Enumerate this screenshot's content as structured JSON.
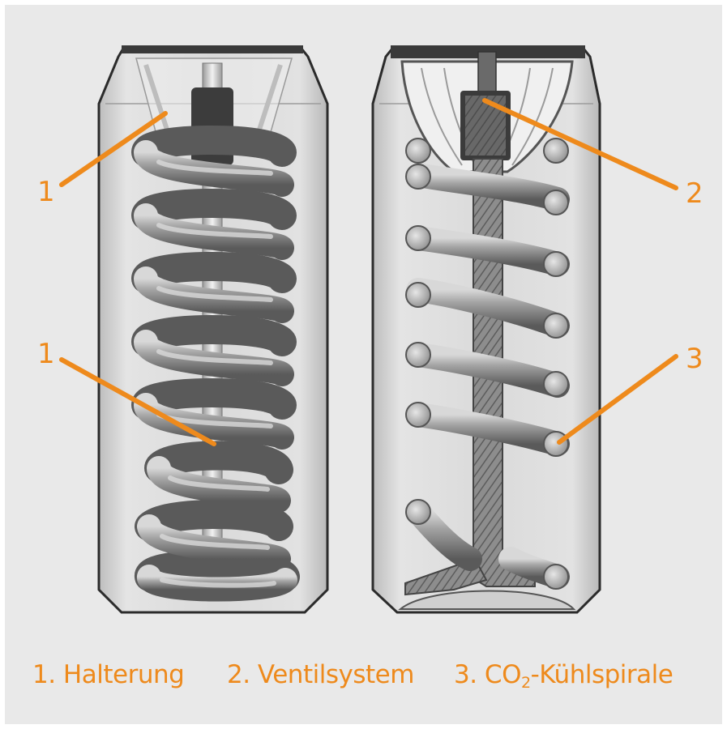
{
  "colors": {
    "background": "#e9e9e9",
    "accent": "#ee8a1c",
    "can_outline": "#2b2b2b",
    "coil": "#8f8f8f",
    "coil_dark": "#4a4a4a",
    "coil_light": "#cfcfcf",
    "can_fill": "#d6d6d6"
  },
  "callouts": {
    "left_top": "1",
    "left_mid": "1",
    "right_top": "2",
    "right_mid": "3"
  },
  "legend": {
    "item1": "1. Halterung",
    "item2": "2. Ventilsystem",
    "item3_prefix": "3. CO",
    "item3_sub": "2",
    "item3_suffix": "-Kühlspirale"
  }
}
